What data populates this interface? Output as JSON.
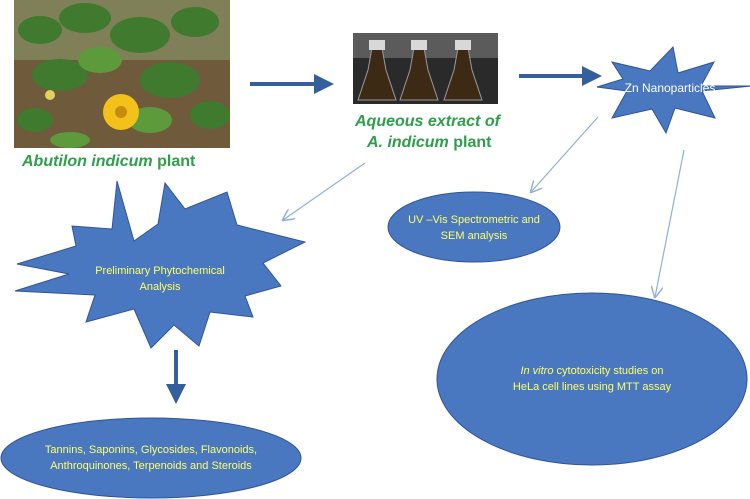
{
  "nodes": {
    "plant_photo": {
      "caption_italic": "Abutilon indicum",
      "caption_rest": " plant"
    },
    "extract_photo": {
      "line1": "Aqueous extract of",
      "line2_italic": "A. indicum",
      "line2_rest": " plant"
    },
    "zn": {
      "text": "Zn Nanoparticles"
    },
    "phyto": {
      "line1": "Preliminary Phytochemical",
      "line2": "Analysis"
    },
    "uv": {
      "line1": "UV –Vis Spectrometric and",
      "line2": "SEM analysis"
    },
    "cyto": {
      "line1_italic": "In vitro",
      "line1_rest": " cytotoxicity studies on",
      "line2": "HeLa cell lines using MTT assay"
    },
    "compounds": {
      "line1": "Tannins, Saponins, Glycosides, Flavonoids,",
      "line2": "Anthroquinones, Terpenoids and Steroids"
    }
  },
  "edges": [
    {
      "from": "plant_photo",
      "to": "extract_photo",
      "style": "thick"
    },
    {
      "from": "extract_photo",
      "to": "zn",
      "style": "thick"
    },
    {
      "from": "extract_photo",
      "to": "phyto",
      "style": "thin"
    },
    {
      "from": "zn",
      "to": "uv",
      "style": "thin"
    },
    {
      "from": "zn",
      "to": "cyto",
      "style": "thin"
    },
    {
      "from": "phyto",
      "to": "compounds",
      "style": "thick"
    }
  ],
  "colors": {
    "shape_fill": "#4a78c0",
    "shape_stroke": "#2f5597",
    "shape_text": "#ffff66",
    "zn_text": "#ffffff",
    "thick_arrow": "#355f9c",
    "thin_arrow": "#8fb0d8",
    "caption_green": "#2e9e4a"
  }
}
